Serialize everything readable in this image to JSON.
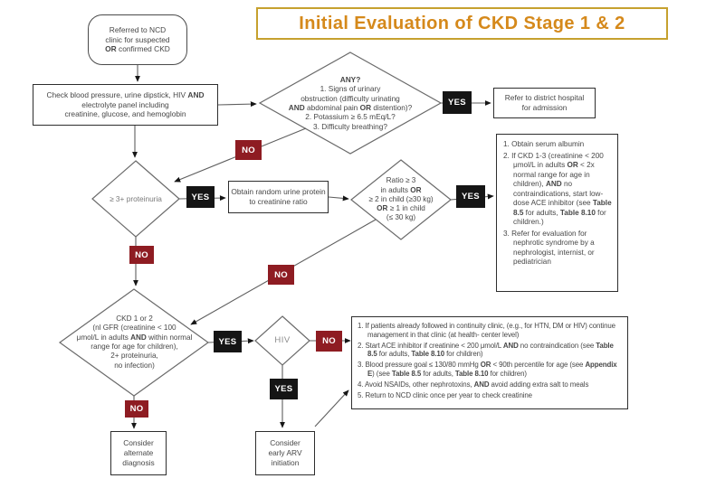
{
  "title": "Initial Evaluation of CKD Stage 1 & 2",
  "labels": {
    "yes": "YES",
    "no": "NO"
  },
  "colors": {
    "title": "#d5891b",
    "title_border": "#c6a12e",
    "yes_box": "#151515",
    "no_box": "#8e1c22",
    "line": "#5e5e5e",
    "text": "#474747",
    "border": "#2e2e2e",
    "muted": "#8b8b8b"
  },
  "nodes": {
    "referred": [
      {
        "t": "Referred to NCD\nclinic for suspected\n"
      },
      {
        "t": "OR",
        "b": true
      },
      {
        "t": " confirmed CKD"
      }
    ],
    "check": [
      {
        "t": "Check blood pressure, urine dipstick, HIV "
      },
      {
        "t": "AND",
        "b": true
      },
      {
        "t": "\nelectrolyte panel including\ncreatinine, glucose, and hemoglobin"
      }
    ],
    "any": [
      {
        "t": "ANY?",
        "b": true
      },
      {
        "t": "\n1. Signs of urinary\nobstruction (difficulty urinating\n"
      },
      {
        "t": "AND",
        "b": true
      },
      {
        "t": " abdominal pain "
      },
      {
        "t": "OR",
        "b": true
      },
      {
        "t": " distention)?\n2. Potassium ≥ 6.5 mEq/L?\n3. Difficulty breathing?"
      }
    ],
    "refer_hospital": [
      {
        "t": "Refer to district hospital\nfor admission"
      }
    ],
    "albumin": {
      "items": [
        [
          {
            "t": "1.  Obtain serum albumin"
          }
        ],
        [
          {
            "t": "2.  If CKD 1-3 (creatinine < 200 μmol/L in adults "
          },
          {
            "t": "OR",
            "b": true
          },
          {
            "t": " < 2x normal range for age in children), "
          },
          {
            "t": "AND",
            "b": true
          },
          {
            "t": " no contraindications, start low-dose ACE inhibitor (see "
          },
          {
            "t": "Table 8.5",
            "b": true
          },
          {
            "t": " for adults, "
          },
          {
            "t": "Table 8.10",
            "b": true
          },
          {
            "t": " for children.)"
          }
        ],
        [
          {
            "t": "3.  Refer for evaluation for nephrotic syndrome by a nephrologist, internist, or pediatrician"
          }
        ]
      ]
    },
    "proteinuria": [
      {
        "t": "≥ 3+ proteinuria"
      }
    ],
    "obtain_ratio": [
      {
        "t": "Obtain random urine protein\nto creatinine ratio"
      }
    ],
    "ratio": [
      {
        "t": "Ratio ≥ 3\nin adults "
      },
      {
        "t": "OR",
        "b": true
      },
      {
        "t": "\n≥ 2 in child (≥30 kg)\n"
      },
      {
        "t": "OR",
        "b": true
      },
      {
        "t": " ≥ 1 in child\n(≤ 30 kg)"
      }
    ],
    "ckd12": [
      {
        "t": "CKD 1 or 2\n(nl GFR (creatinine < 100\nμmol/L in adults "
      },
      {
        "t": "AND",
        "b": true
      },
      {
        "t": " within normal\nrange for age for children),\n2+ proteinuria,\nno infection)"
      }
    ],
    "hiv": [
      {
        "t": "HIV"
      }
    ],
    "management": {
      "items": [
        [
          {
            "t": "1.  If patients already followed in continuity clinic, (e.g., for HTN, DM or HIV) continue management in that clinic (at health- center level)"
          }
        ],
        [
          {
            "t": "2.  Start ACE inhibitor if creatinine < 200 μmol/L "
          },
          {
            "t": "AND",
            "b": true
          },
          {
            "t": " no contraindication (see "
          },
          {
            "t": "Table 8.5",
            "b": true
          },
          {
            "t": " for adults, "
          },
          {
            "t": "Table 8.10",
            "b": true
          },
          {
            "t": " for children)"
          }
        ],
        [
          {
            "t": "3.  Blood pressure goal ≤ 130/80 mmHg "
          },
          {
            "t": "OR",
            "b": true
          },
          {
            "t": " < 90th percentile for age (see "
          },
          {
            "t": "Appendix E",
            "b": true
          },
          {
            "t": ") (see "
          },
          {
            "t": "Table 8.5",
            "b": true
          },
          {
            "t": " for adults, "
          },
          {
            "t": "Table 8.10",
            "b": true
          },
          {
            "t": " for children)"
          }
        ],
        [
          {
            "t": "4.  Avoid NSAIDs, other nephrotoxins, "
          },
          {
            "t": "AND",
            "b": true
          },
          {
            "t": " avoid adding extra salt to meals"
          }
        ],
        [
          {
            "t": "5.  Return to NCD clinic once per year to check creatinine"
          }
        ]
      ]
    },
    "alternate": [
      {
        "t": "Consider\nalternate\ndiagnosis"
      }
    ],
    "arv": [
      {
        "t": "Consider\nearly ARV\ninitiation"
      }
    ]
  }
}
